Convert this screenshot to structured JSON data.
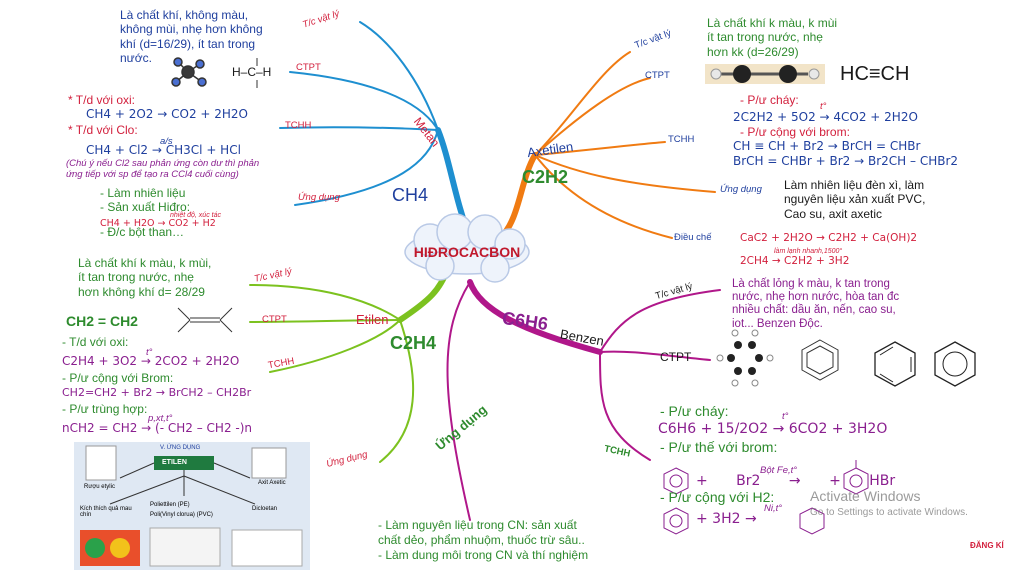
{
  "center": {
    "title": "HIĐROCACBON"
  },
  "methane": {
    "name": "Metan",
    "formula": "CH4",
    "branches": {
      "physical": "T/c vật lý",
      "structure": "CTPT",
      "chemical": "TCHH",
      "usage": "Ứng dụng"
    },
    "physical_text": [
      "Là chất khí, không màu,",
      "không mùi, nhẹ hơn không",
      "khí (d=16/29), ít tan trong",
      "nước."
    ],
    "struct_formula": "H–C–H",
    "chem": {
      "oxy_title": "* T/d với oxi:",
      "oxy_eq": "CH4  + 2O2 → CO2 + 2H2O",
      "cl_title": "* T/d với Clo:",
      "cl_eq": "CH4 + Cl2 → CH3Cl + HCl",
      "cl_cond": "a/s",
      "note": [
        "(Chú ý nếu Cl2 sau phản ứng còn dư thì phản",
        "ứng tiếp với sp để tạo ra CCl4 cuối cùng)"
      ]
    },
    "usage": [
      "- Làm nhiên liệu",
      "- Sản xuất Hiđro:",
      "- Đ/c bột than…"
    ],
    "usage_eq": "CH4 + H2O → CO2 + H2",
    "usage_eq_cond": "nhiệt độ, xúc tác"
  },
  "ethylene": {
    "name": "Etilen",
    "formula": "C2H4",
    "branches": {
      "physical": "T/c vật lý",
      "structure": "CTPT",
      "chemical": "TCHH",
      "usage": "Ứng dụng"
    },
    "physical_text": [
      "Là chất khí k màu, k mùi,",
      "ít tan trong nước, nhẹ",
      "hơn không khí d= 28/29"
    ],
    "struct_formula": "CH2 = CH2",
    "chem": {
      "oxy_title": "- T/d với oxi:",
      "oxy_eq": "C2H4 + 3O2 → 2CO2 + 2H2O",
      "oxy_cond": "t°",
      "br_title": "- P/ư cộng với Brom:",
      "br_eq": "CH2=CH2 + Br2 → BrCH2 – CH2Br",
      "poly_title": "- P/ư trùng hợp:",
      "poly_eq": "nCH2 = CH2 → (- CH2 – CH2 -)n",
      "poly_cond": "p,xt,t°"
    },
    "usage_labels": [
      "V. ỨNG DỤNG",
      "ETILEN",
      "Axit Axetic",
      "Rượu etylic",
      "Kích thích quả mau chín",
      "Poliettilen (PE)",
      "Poli(Vinyl clorua) (PVC)",
      "Dicloetan"
    ]
  },
  "acetylene": {
    "name": "Axetilen",
    "formula": "C2H2",
    "branches": {
      "physical": "T/c vật lý",
      "structure": "CTPT",
      "chemical": "TCHH",
      "usage": "Ứng dụng",
      "prep": "Điều chế"
    },
    "physical_text": [
      "Là chất khí k màu, k mùi",
      "ít tan trong nước, nhẹ",
      "hơn kk (d=26/29)"
    ],
    "struct_formula": "HC≡CH",
    "chem": {
      "burn_title": "- P/ư cháy:",
      "burn_eq": "2C2H2 + 5O2 → 4CO2 + 2H2O",
      "burn_cond": "t°",
      "br_title": "- P/ư cộng với brom:",
      "br_eq1": "CH ≡ CH + Br2 → BrCH = CHBr",
      "br_eq2": "BrCH = CHBr + Br2 → Br2CH – CHBr2"
    },
    "usage": [
      "Làm nhiên liệu đèn xì, làm",
      "nguyên liệu xản xuất PVC,",
      "Cao su, axit axetic"
    ],
    "prep": {
      "eq1": "CaC2 + 2H2O → C2H2 + Ca(OH)2",
      "eq2": "2CH4 → C2H2 + 3H2",
      "eq2_cond": "làm lạnh nhanh,1500°"
    }
  },
  "benzene": {
    "name": "Benzen",
    "formula": "C6H6",
    "branches": {
      "physical": "T/c vật lý",
      "structure": "CTPT",
      "chemical": "TCHH",
      "usage": "Ứng dụng"
    },
    "physical_text": [
      "Là chất lỏng k màu, k tan trong",
      "nước, nhẹ hơn nước, hòa tan đc",
      "nhiều chất: dầu ăn, nến, cao su,",
      "iot... Benzen Độc."
    ],
    "chem": {
      "burn_title": "- P/ư cháy:",
      "burn_eq": "C6H6 + 15/2O2 → 6CO2 + 3H2O",
      "burn_cond": "t°",
      "sub_title": "- P/ư thế với brom:",
      "sub_eq": "+ Br2 → + HBr",
      "sub_cond": "Bột Fe,t°",
      "add_title": "- P/ư cộng với H2:",
      "add_eq": "+ 3H2 →",
      "add_cond": "Ni,t°"
    },
    "usage": [
      "- Làm nguyên liệu trong CN: sản xuất",
      "chất dẻo, phẩm nhuộm, thuốc trừ sâu..",
      "- Làm dung môi trong CN và thí nghiệm"
    ]
  },
  "watermark": {
    "line1": "Activate Windows",
    "line2": "Go to Settings to activate Windows."
  },
  "corner_logo": {
    "line1": "ĐĂNG KÍ"
  },
  "colors": {
    "methane": "#1e8fd0",
    "acetylene": "#f07b12",
    "ethylene": "#7cc21f",
    "benzene": "#b0178a",
    "red": "#d21f3c",
    "blue": "#1f3f9e"
  }
}
